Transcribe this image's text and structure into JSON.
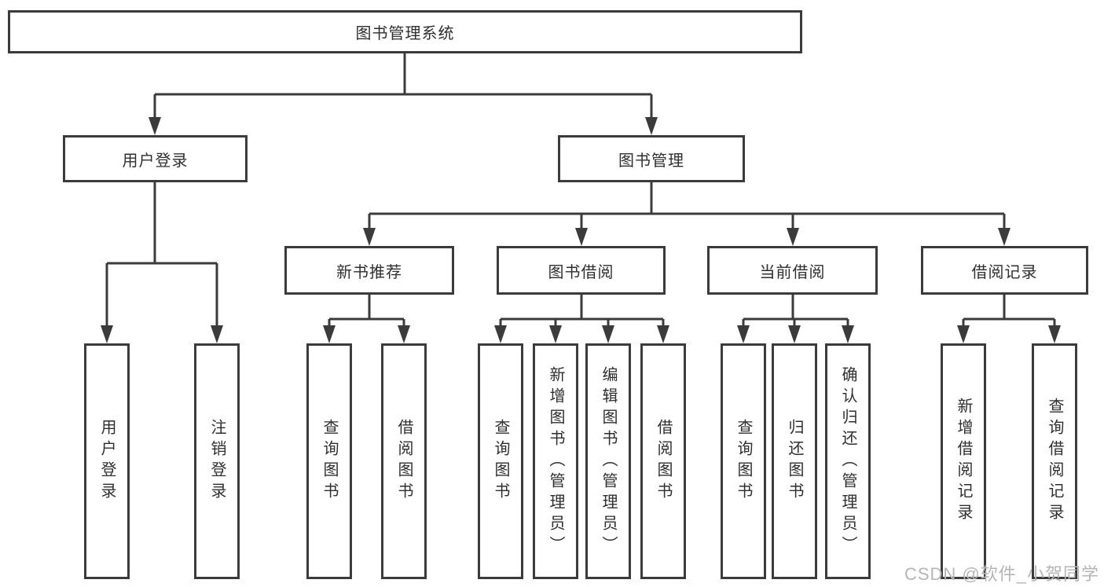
{
  "diagram": {
    "type": "tree",
    "root": {
      "label": "图书管理系统"
    },
    "level2": [
      {
        "id": "user-login",
        "label": "用户登录"
      },
      {
        "id": "book-management",
        "label": "图书管理"
      }
    ],
    "level3": [
      {
        "id": "new-book-recommend",
        "parent": "图书管理",
        "label": "新书推荐"
      },
      {
        "id": "book-borrowing",
        "parent": "图书管理",
        "label": "图书借阅"
      },
      {
        "id": "current-borrowing",
        "parent": "图书管理",
        "label": "当前借阅"
      },
      {
        "id": "borrow-records",
        "parent": "图书管理",
        "label": "借阅记录"
      }
    ],
    "leaves": [
      {
        "parent": "用户登录",
        "label": "用户登录"
      },
      {
        "parent": "用户登录",
        "label": "注销登录"
      },
      {
        "parent": "新书推荐",
        "label": "查询图书"
      },
      {
        "parent": "新书推荐",
        "label": "借阅图书"
      },
      {
        "parent": "图书借阅",
        "label": "查询图书"
      },
      {
        "parent": "图书借阅",
        "label": "新增图书（管理员）"
      },
      {
        "parent": "图书借阅",
        "label": "编辑图书（管理员）"
      },
      {
        "parent": "图书借阅",
        "label": "借阅图书"
      },
      {
        "parent": "当前借阅",
        "label": "查询图书"
      },
      {
        "parent": "当前借阅",
        "label": "归还图书"
      },
      {
        "parent": "当前借阅",
        "label": "确认归还（管理员）"
      },
      {
        "parent": "借阅记录",
        "label": "新增借阅记录"
      },
      {
        "parent": "借阅记录",
        "label": "查询借阅记录"
      }
    ],
    "colors": {
      "line": "#3b3b3b",
      "text": "#2f2f2f",
      "background": "#ffffff",
      "watermark": "#b5b5b5"
    }
  },
  "watermark": {
    "text": "CSDN @软件_小贺同学"
  }
}
